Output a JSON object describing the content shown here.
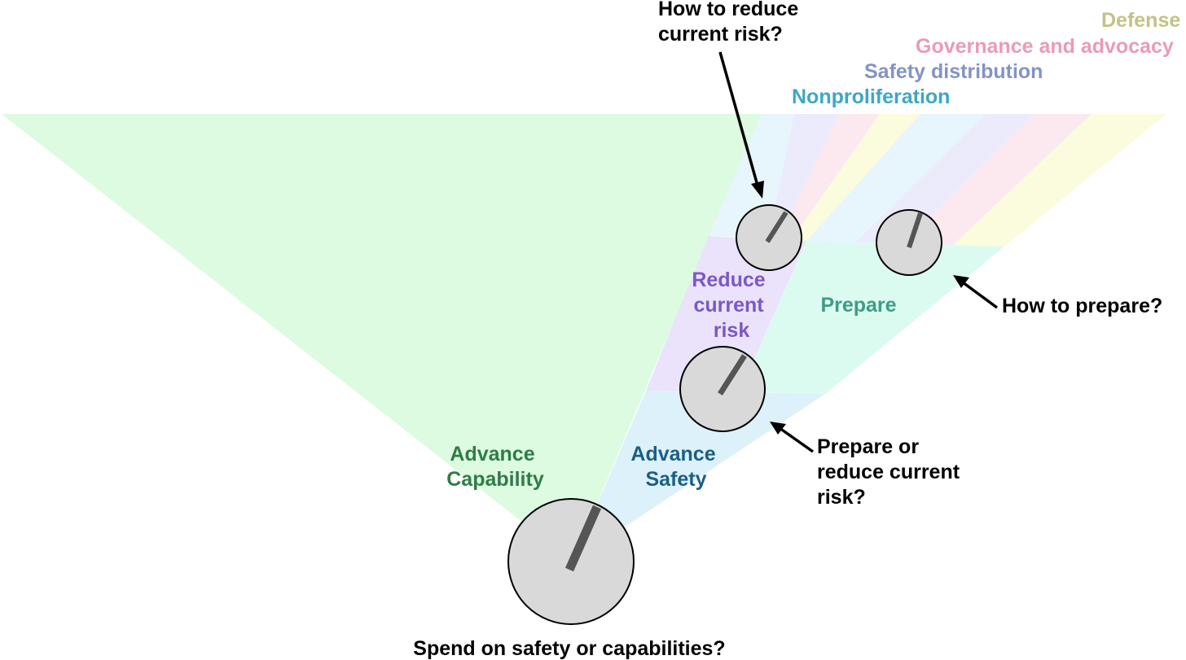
{
  "colors": {
    "capability_fill": "#ddfbe1",
    "safety_fill": "#ddf1fb",
    "reduce_fill": "#ebe3fb",
    "prepare_fill": "#dcfbf0",
    "nonproliferation_fill": "#e7f5fc",
    "safety_distribution_fill": "#ebebfc",
    "governance_fill": "#fce8ef",
    "defense_fill": "#fbfbde",
    "capability_text": "#2e7d46",
    "safety_text": "#1a5f86",
    "reduce_text": "#7a58c6",
    "prepare_text": "#3e9c86",
    "nonproliferation_text": "#3ea7c4",
    "safety_distribution_text": "#8294c3",
    "governance_text": "#ea9bb6",
    "defense_text": "#c2c284",
    "knob_fill": "#d9d9d9",
    "knob_pointer": "#555555",
    "outline": "#000000"
  },
  "regions": {
    "advance_capability": [
      "Advance",
      "Capability"
    ],
    "advance_safety": [
      "Advance",
      "Safety"
    ],
    "reduce_current_risk": [
      "Reduce",
      "current",
      "risk"
    ],
    "prepare": "Prepare"
  },
  "categories": {
    "nonproliferation": "Nonproliferation",
    "safety_distribution": "Safety distribution",
    "governance": "Governance and advocacy",
    "defense": "Defense"
  },
  "questions": {
    "spend": "Spend on safety or capabilities?",
    "prepare_or_reduce": [
      "Prepare or",
      "reduce current",
      "risk?"
    ],
    "how_prepare": "How to prepare?",
    "how_reduce": [
      "How to reduce",
      "current risk?"
    ]
  },
  "knobs": [
    {
      "id": "spend",
      "question": "Spend on safety or capabilities?"
    },
    {
      "id": "prepare-or-reduce",
      "question": "Prepare or reduce current risk?"
    },
    {
      "id": "how-reduce",
      "question": "How to reduce current risk?"
    },
    {
      "id": "how-prepare",
      "question": "How to prepare?"
    }
  ]
}
